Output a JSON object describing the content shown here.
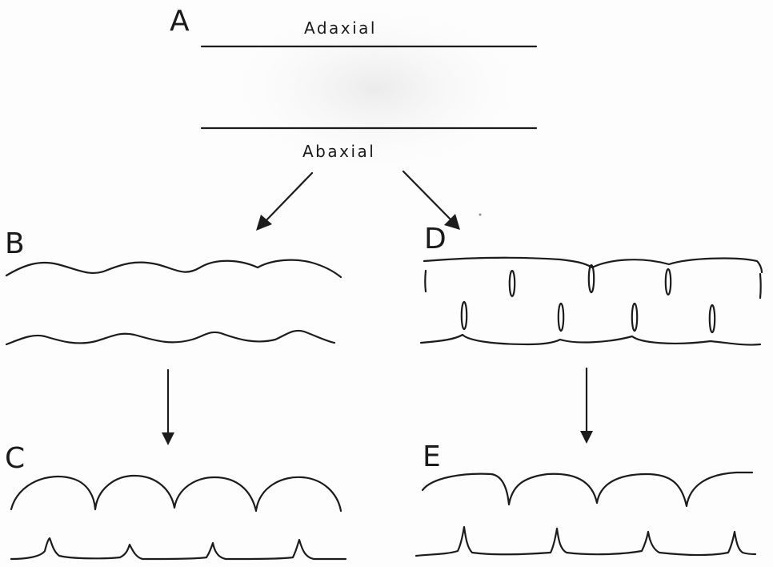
{
  "panels": {
    "a": {
      "letter": "A",
      "top_label": "Adaxial",
      "bottom_label": "Abaxial"
    },
    "b": {
      "letter": "B"
    },
    "c": {
      "letter": "C"
    },
    "d": {
      "letter": "D"
    },
    "e": {
      "letter": "E"
    }
  },
  "colors": {
    "ink": "#1c1c1c",
    "paper": "#fdfdfd"
  }
}
